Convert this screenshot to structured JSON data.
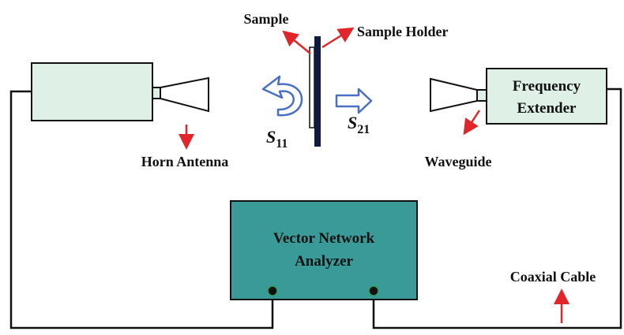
{
  "labels": {
    "sample": "Sample",
    "sample_holder": "Sample Holder",
    "horn_antenna": "Horn Antenna",
    "waveguide": "Waveguide",
    "frequency_extender_line1": "Frequency",
    "frequency_extender_line2": "Extender",
    "vna_line1": "Vector Network",
    "vna_line2": "Analyzer",
    "coaxial_cable": "Coaxial Cable"
  },
  "s_params": {
    "s11_base": "S",
    "s11_sub": "11",
    "s21_base": "S",
    "s21_sub": "21"
  },
  "colors": {
    "module_fill": "#dff0e6",
    "vna_fill": "#3a9a97",
    "arrow_red": "#e0262a",
    "s_arrow": "#4a6fc4",
    "line": "#111111",
    "holder": "#0f1a3c"
  }
}
